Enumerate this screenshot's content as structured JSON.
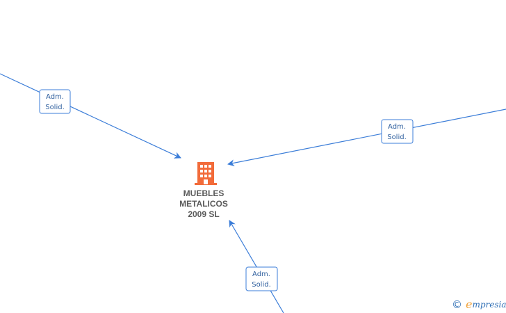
{
  "company": {
    "name_lines": [
      "MUEBLES",
      "METALICOS",
      "2009 SL"
    ],
    "icon": "building-icon",
    "icon_color": "#f26b3a"
  },
  "relations": [
    {
      "line1": "Adm.",
      "line2": "Solid."
    },
    {
      "line1": "Adm.",
      "line2": "Solid."
    },
    {
      "line1": "Adm.",
      "line2": "Solid."
    }
  ],
  "colors": {
    "edge": "#3b7dd8",
    "label_border": "#3b7dd8",
    "label_text": "#2f5f9e",
    "node_text": "#5a5a5a"
  },
  "watermark": {
    "copyright": "©",
    "brand_initial": "e",
    "brand_rest": "mpresia"
  }
}
